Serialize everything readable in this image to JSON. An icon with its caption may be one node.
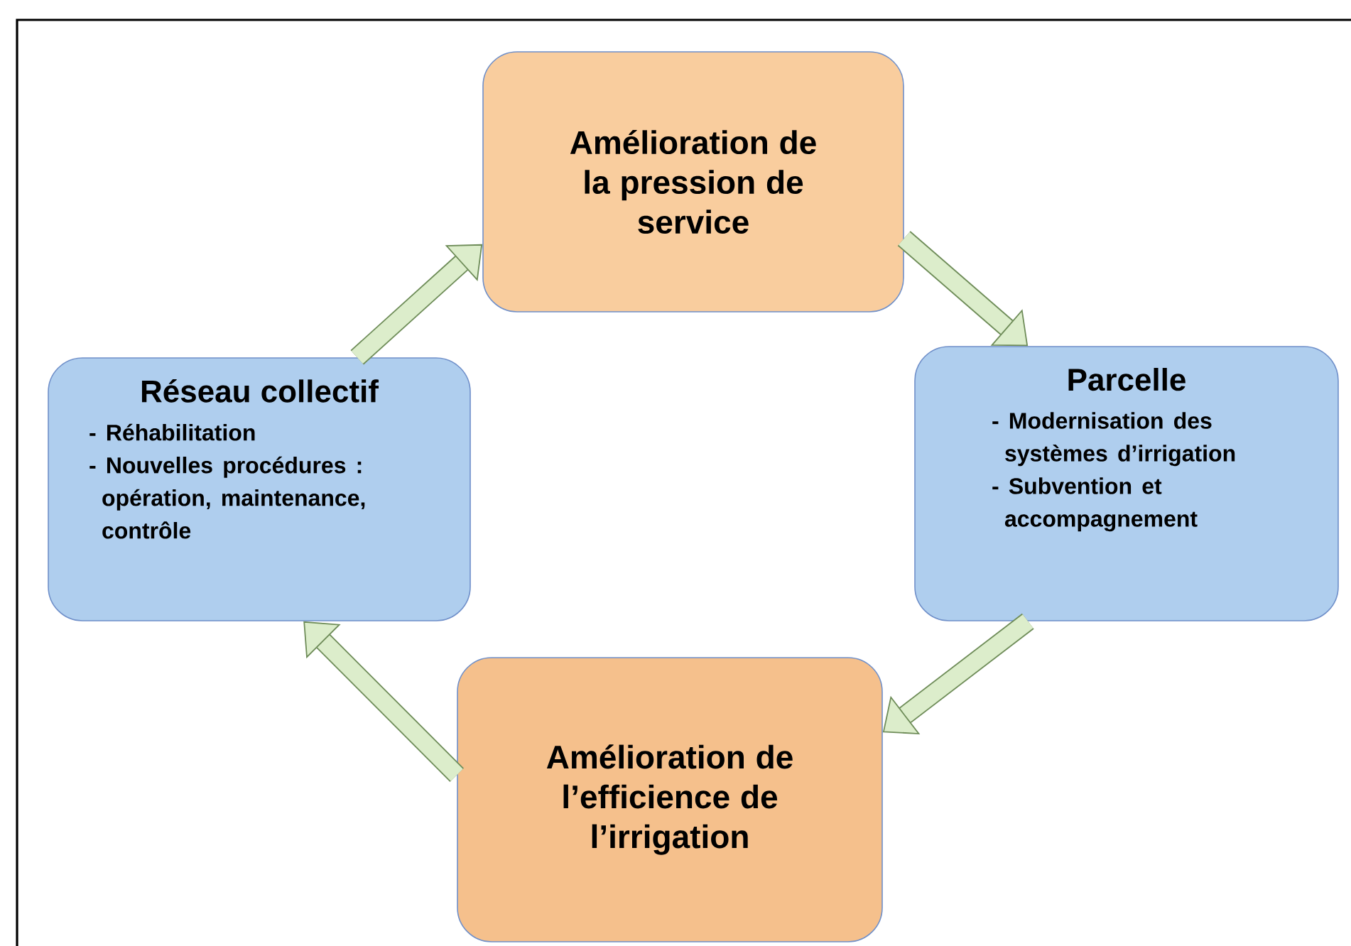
{
  "diagram": {
    "nodes": [
      {
        "text": [
          "Amélioration de la pression de service"
        ]
      },
      {
        "text": [
          "Réseau collectif",
          "- Réhabilitation",
          "- Nouvelles procédures : opération, maintenance, contrôle"
        ]
      },
      {
        "text": [
          "Parcelle",
          "- Modernisation des systèmes d’irrigation",
          "- Subvention et accompagnement"
        ]
      },
      {
        "text": [
          "Amélioration de l’efficience de l’irrigation"
        ]
      }
    ],
    "edges": [
      {
        "from": 1,
        "to": 0,
        "arrow": "to"
      },
      {
        "from": 0,
        "to": 2,
        "arrow": "to"
      },
      {
        "from": 2,
        "to": 3,
        "arrow": "to"
      },
      {
        "from": 3,
        "to": 1,
        "arrow": "to"
      }
    ]
  }
}
